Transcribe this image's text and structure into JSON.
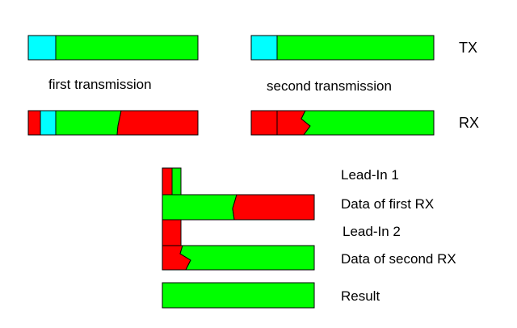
{
  "labels": {
    "tx": "TX",
    "rx": "RX",
    "first_transmission": "first transmission",
    "second_transmission": "second transmission",
    "lead_in_1": "Lead-In 1",
    "data_first_rx": "Data of first RX",
    "lead_in_2": "Lead-In 2",
    "data_second_rx": "Data of second RX",
    "result": "Result"
  },
  "colors": {
    "green": "#00ff00",
    "cyan": "#00ffff",
    "red": "#ff0000",
    "result_text": "#00ff00",
    "outline": "#000000",
    "label_text": "#000000"
  }
}
